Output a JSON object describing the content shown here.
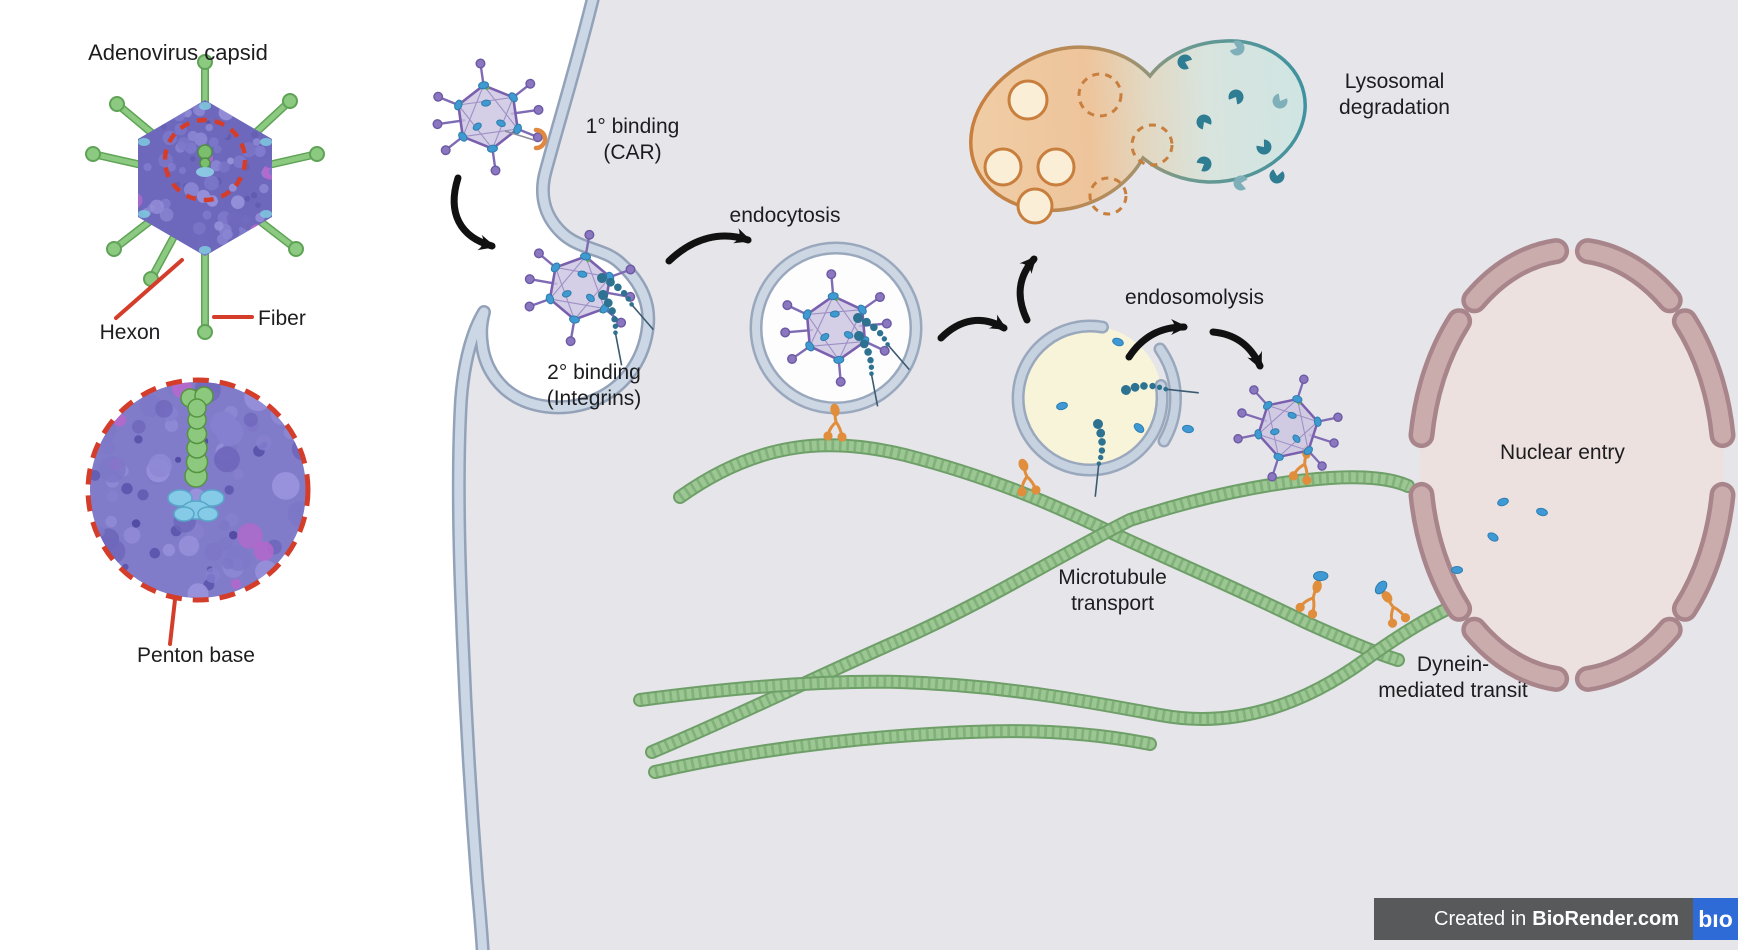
{
  "panel": {
    "title": "Adenovirus capsid",
    "hexon": "Hexon",
    "fiber": "Fiber",
    "penton": "Penton base"
  },
  "labels": {
    "binding1a": "1° binding",
    "binding1b": "(CAR)",
    "binding2a": "2° binding",
    "binding2b": "(Integrins)",
    "endocytosis": "endocytosis",
    "endosomolysis": "endosomolysis",
    "lysosomala": "Lysosomal",
    "lysosomalb": "degradation",
    "nuclear": "Nuclear entry",
    "microtubulea": "Microtubule",
    "microtubuleb": "transport",
    "dyneina": "Dynein-",
    "dyneinb": "mediated transit"
  },
  "footer": {
    "prefix": "Created in",
    "brand": "BioRender.com",
    "logo": "bıo"
  },
  "colors": {
    "cytoplasm": "#e5e5ea",
    "membrane_band": "#ccd7e5",
    "membrane_edge": "#93a2b8",
    "microtubule_green": "#9cc793",
    "capsid_purple": "#7b76c8",
    "fiber_green": "#8cc981",
    "penton_cyan": "#85cbe7",
    "integrin_teal": "#2e7291",
    "dynein_orange": "#e08d3c",
    "lysosome_orange": "#c87f3e",
    "lysosome_teal": "#3d92a0",
    "endosome_fill": "#f8f4d9",
    "nucleus_fill": "#ede1df",
    "nucleus_envelope": "#a8858b",
    "fragment_blue": "#3f99d4",
    "annotation_red": "#d43d2a",
    "badge_bg": "#58595b",
    "badge_logo_blue": "#2e6bd6"
  }
}
